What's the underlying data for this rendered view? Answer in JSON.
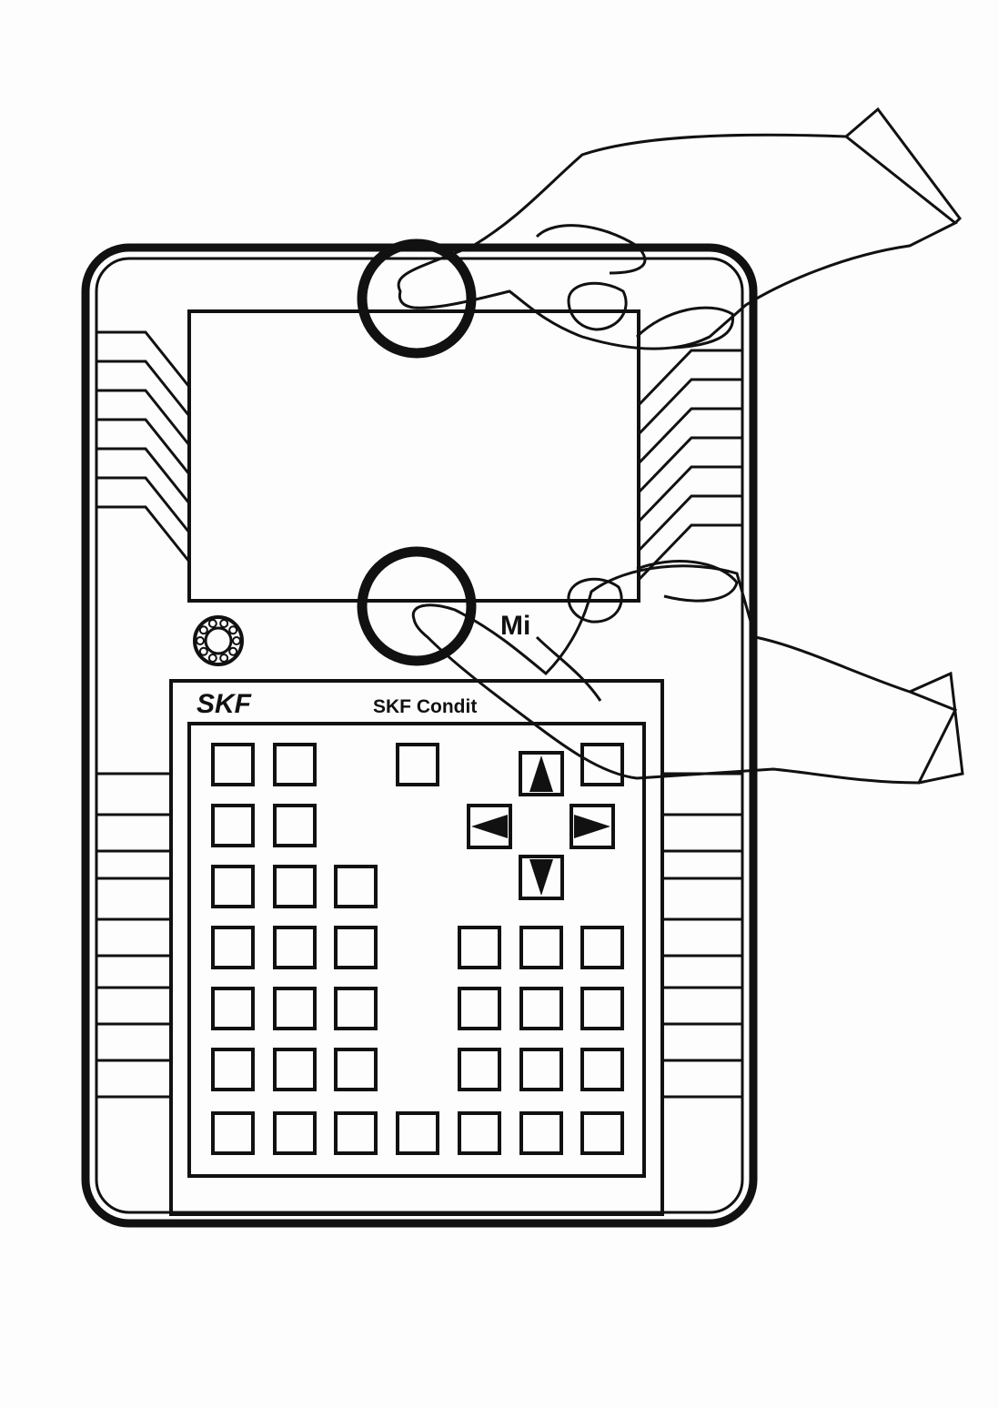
{
  "device": {
    "brand_logo": "SKF",
    "panel_label": "SKF Condit",
    "screen_label": "Mi",
    "colors": {
      "ink": "#111111",
      "paper": "#fdfdfd"
    },
    "icons": {
      "up": "arrow-up-icon",
      "down": "arrow-down-icon",
      "left": "arrow-left-icon",
      "right": "arrow-right-icon",
      "bearing": "bearing-icon"
    }
  }
}
